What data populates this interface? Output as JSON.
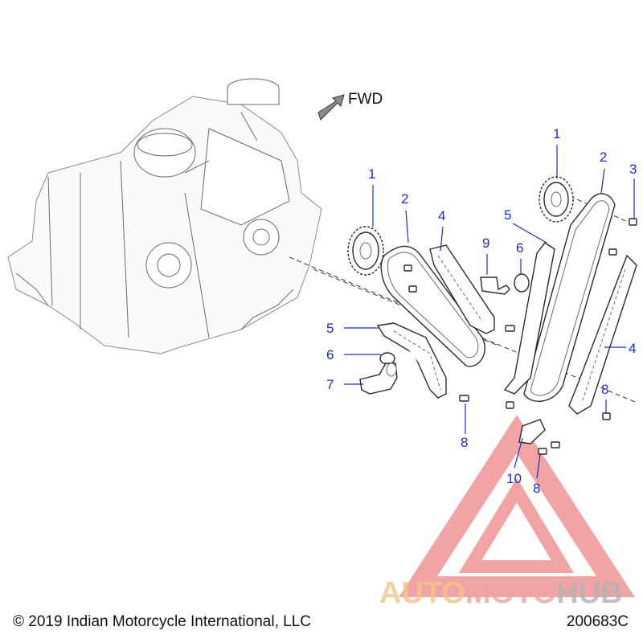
{
  "fwd_label": "FWD",
  "callouts": {
    "c1a": "1",
    "c2a": "2",
    "c4a": "4",
    "c5a": "5",
    "c9": "9",
    "c6a": "6",
    "c1b": "1",
    "c2b": "2",
    "c3": "3",
    "c4b": "4",
    "c8a": "8",
    "c5b": "5",
    "c6b": "6",
    "c7": "7",
    "c8b": "8",
    "c10": "10",
    "c8c": "8"
  },
  "watermark": {
    "part1": "AUTO",
    "part2": "MOTO",
    "part3": "HUB",
    "color1": "#f2c48a",
    "color2": "#f0a3a3",
    "color3": "#b3b3b3"
  },
  "footer": {
    "copyright": "© 2019 Indian Motorcycle International, LLC",
    "drawing_number": "200683C"
  }
}
